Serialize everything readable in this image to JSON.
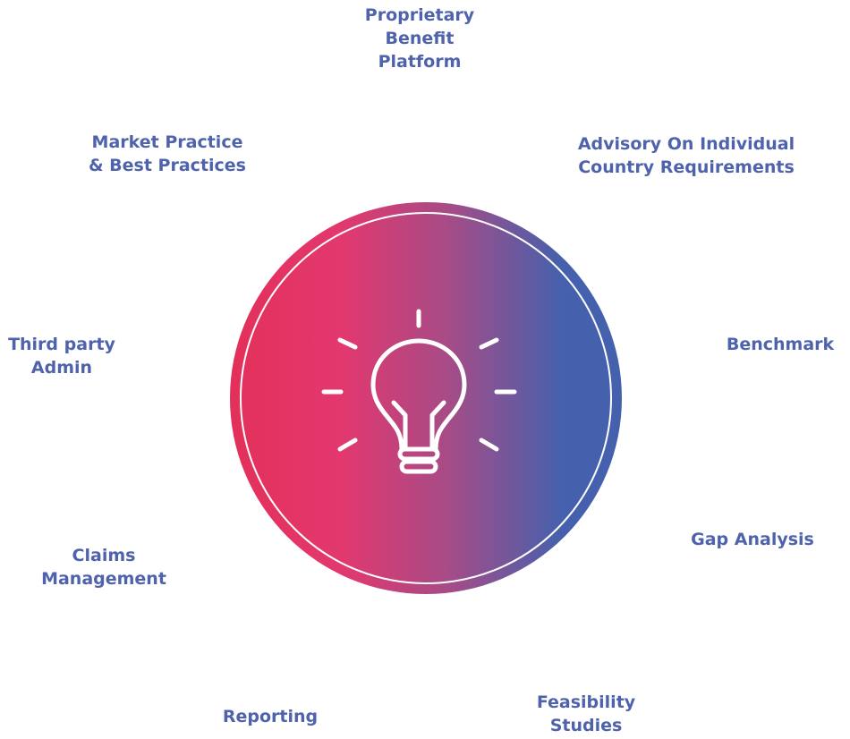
{
  "colors": {
    "label_text": "#4f63ad",
    "gradient_left": "#e3305a",
    "gradient_mid": "#a84b86",
    "gradient_right": "#4561ad",
    "ring": "#ffffff",
    "icon_stroke": "#ffffff"
  },
  "center": {
    "icon": "lightbulb-icon"
  },
  "items": {
    "proprietary": {
      "lines": [
        "Proprietary",
        "Benefit",
        "Platform"
      ]
    },
    "advisory": {
      "lines": [
        "Advisory On Individual",
        "Country Requirements"
      ]
    },
    "benchmark": {
      "lines": [
        "Benchmark"
      ]
    },
    "gap": {
      "lines": [
        "Gap Analysis"
      ]
    },
    "feasibility": {
      "lines": [
        "Feasibility",
        "Studies"
      ]
    },
    "reporting": {
      "lines": [
        "Reporting"
      ]
    },
    "claims": {
      "lines": [
        "Claims",
        "Management"
      ]
    },
    "thirdparty": {
      "lines": [
        "Third party",
        "Admin"
      ]
    },
    "market": {
      "lines": [
        "Market Practice",
        "& Best Practices"
      ]
    }
  }
}
